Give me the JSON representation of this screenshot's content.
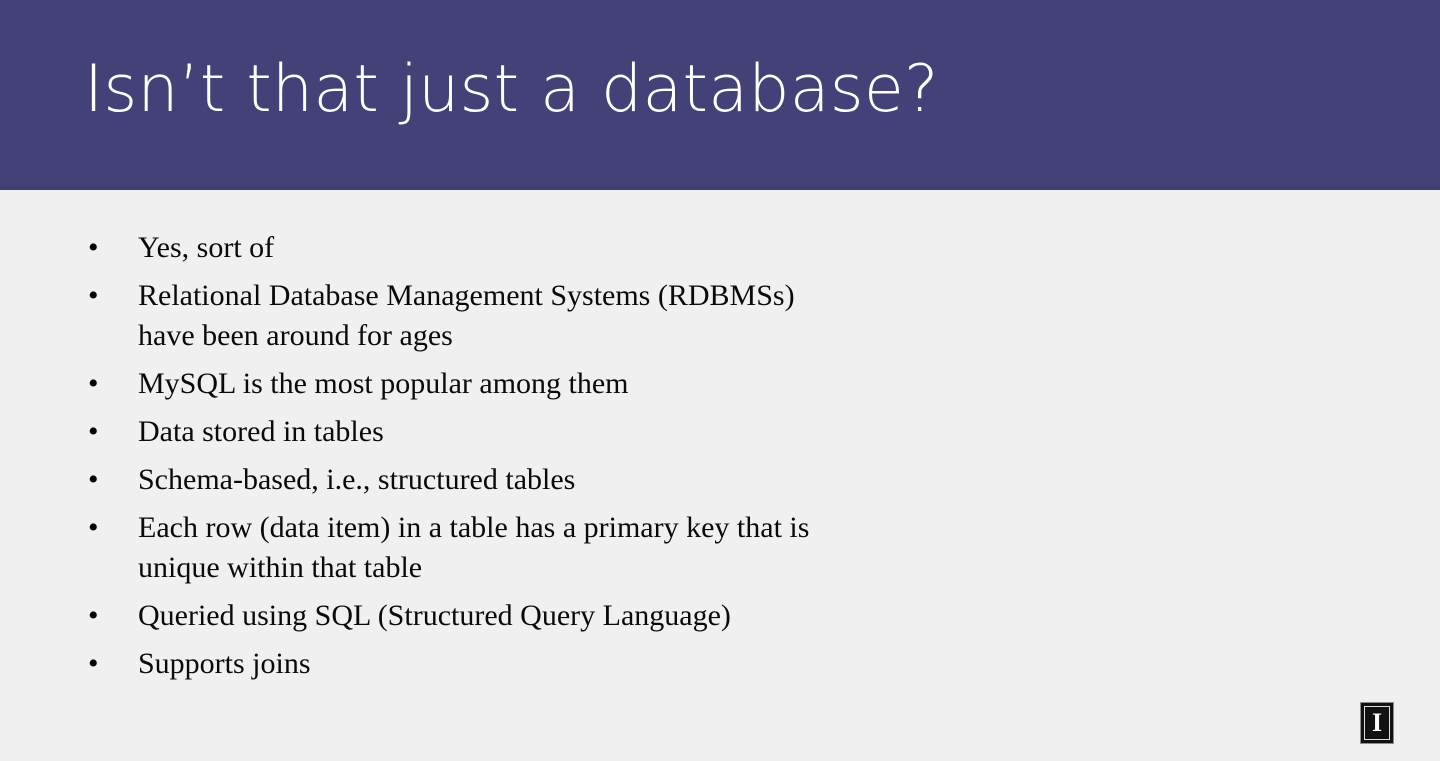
{
  "slide": {
    "title": "Isn’t that just a database?",
    "colors": {
      "title_band": "#444178",
      "title_text": "#ffffff",
      "body_background": "#f0f0f0",
      "body_text": "#0a0a0a"
    },
    "bullet_marker": "•",
    "bullets": [
      {
        "text": "Yes, sort of"
      },
      {
        "text": "Relational Database Management Systems (RDBMSs) have been around for ages"
      },
      {
        "text": "MySQL is the most popular among them"
      },
      {
        "text": "Data stored in tables"
      },
      {
        "text": "Schema-based, i.e., structured tables"
      },
      {
        "text": "Each row (data item) in a table has a primary key that is unique within that table"
      },
      {
        "text": "Queried using SQL (Structured Query Language)"
      },
      {
        "text": "Supports joins"
      }
    ],
    "footer": {
      "logo_glyph": "I",
      "logo_name": "block-i-logo"
    }
  }
}
